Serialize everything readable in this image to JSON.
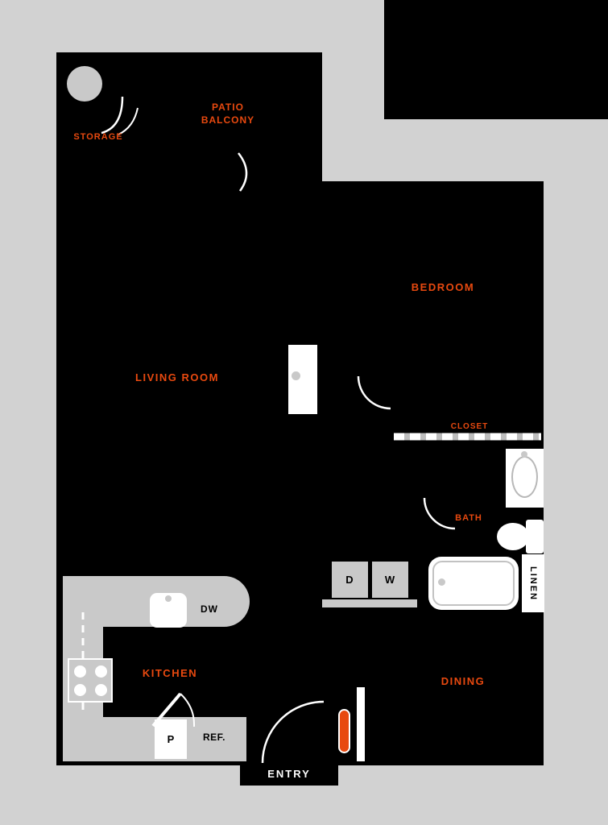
{
  "colors": {
    "background": "#d2d2d2",
    "plan": "#000000",
    "accent": "#e8490f",
    "fixture_gray": "#c9c9c9",
    "white": "#ffffff"
  },
  "labels": {
    "storage": "STORAGE",
    "patio_line1": "PATIO",
    "patio_line2": "BALCONY",
    "bedroom": "BEDROOM",
    "living_room": "LIVING ROOM",
    "closet": "CLOSET",
    "bath": "BATH",
    "kitchen": "KITCHEN",
    "dining": "DINING",
    "entry": "ENTRY",
    "linen": "LINEN"
  },
  "appliances": {
    "dishwasher": "DW",
    "dryer": "D",
    "washer": "W",
    "pantry": "P",
    "refrigerator": "REF."
  }
}
